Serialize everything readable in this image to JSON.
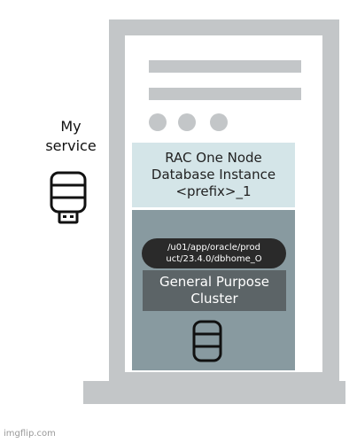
{
  "service": {
    "label": "My\nservice",
    "icon": "database-usb-icon"
  },
  "server": {
    "instance_label": "RAC One Node\nDatabase Instance\n<prefix>_1",
    "oracle_home_path": "/u01/app/oracle/prod\nuct/23.4.0/dbhome_O",
    "cluster_label": "General Purpose\nCluster",
    "storage_icon": "database-icon"
  },
  "watermark": "imgflip.com",
  "colors": {
    "server_frame": "#c3c6c8",
    "instance_bg": "#d4e5e8",
    "home_bg": "#889aa0",
    "path_pill": "#2a2a2a",
    "cluster_bg": "#5c6467"
  }
}
